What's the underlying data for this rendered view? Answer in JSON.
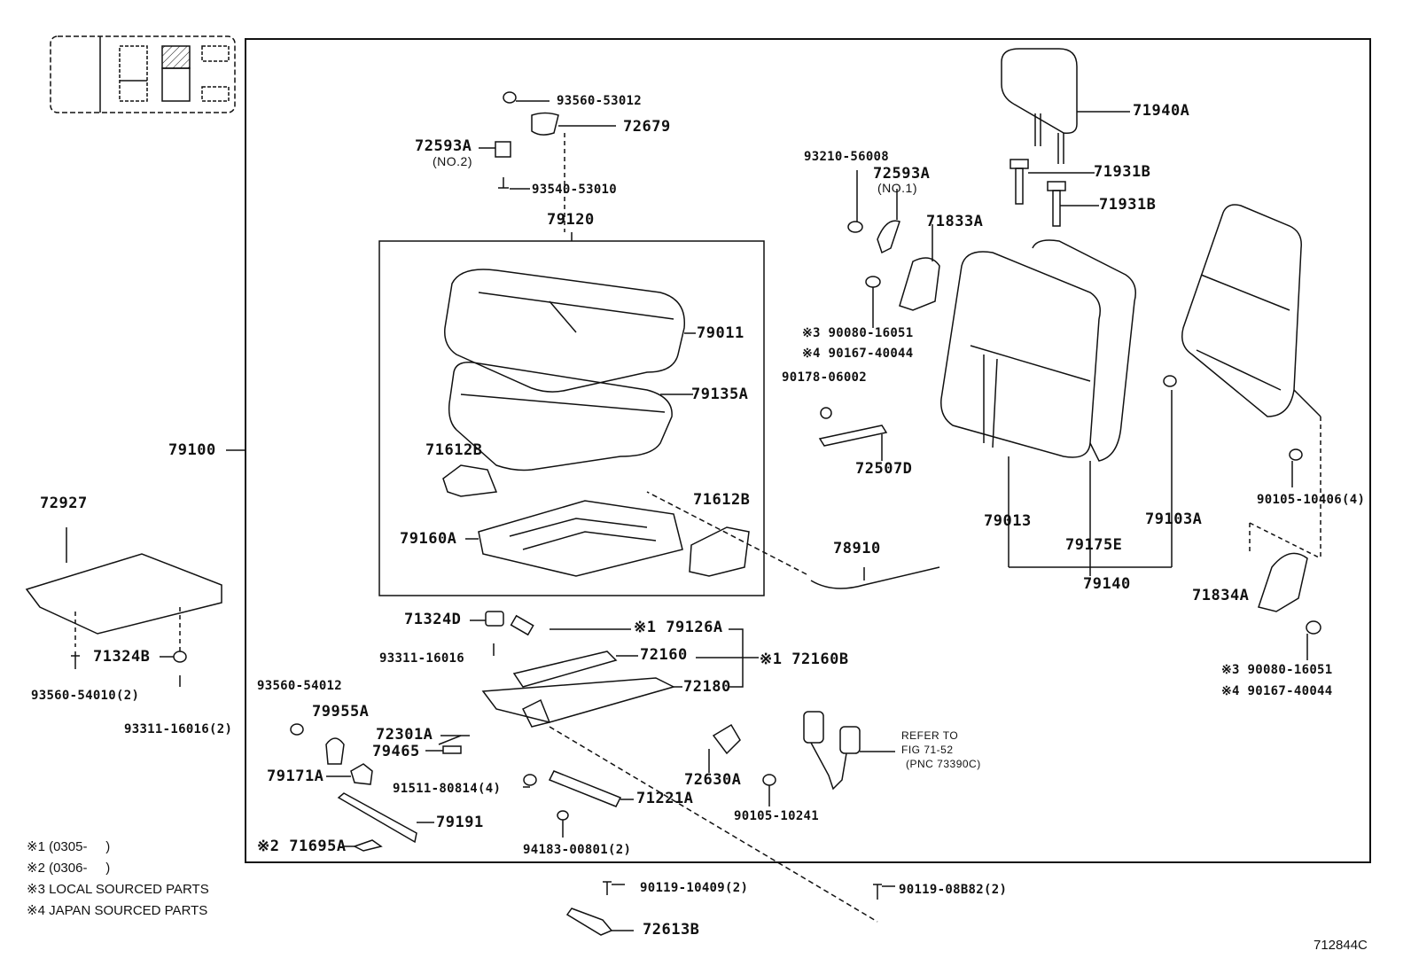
{
  "figure_number": "712844C",
  "assembly": {
    "main": "79100",
    "cushion": "79120",
    "back": "79140"
  },
  "locator_icon": "seat-position-locator",
  "legend": [
    {
      "mark": "※1",
      "text": "(0305-     )"
    },
    {
      "mark": "※2",
      "text": "(0306-     )"
    },
    {
      "mark": "※3",
      "text": "LOCAL SOURCED PARTS"
    },
    {
      "mark": "※4",
      "text": "JAPAN SOURCED PARTS"
    }
  ],
  "labels": {
    "p93560_53012": "93560-53012",
    "p72679": "72679",
    "p72593A_2": "72593A",
    "p72593A_2_sub": "(NO.2)",
    "p93540_53010": "93540-53010",
    "p79120": "79120",
    "p79011": "79011",
    "p79135A": "79135A",
    "p71612B_a": "71612B",
    "p71612B_b": "71612B",
    "p79160A": "79160A",
    "p79100": "79100",
    "p93210_56008": "93210-56008",
    "p72593A_1": "72593A",
    "p72593A_1_sub": "(NO.1)",
    "p71833A": "71833A",
    "p90080_16051_a": "※3 90080-16051",
    "p90167_40044_a": "※4 90167-40044",
    "p90178_06002": "90178-06002",
    "p72507D": "72507D",
    "p71940A": "71940A",
    "p71931B_a": "71931B",
    "p71931B_b": "71931B",
    "p79013": "79013",
    "p79175E": "79175E",
    "p79103A": "79103A",
    "p79140": "79140",
    "p90105_10406": "90105-10406(4)",
    "p71834A": "71834A",
    "p90080_16051_b": "※3 90080-16051",
    "p90167_40044_b": "※4 90167-40044",
    "p78910": "78910",
    "p72927": "72927",
    "p71324B": "71324B",
    "p93560_54010": "93560-54010(2)",
    "p93311_16016_2": "93311-16016(2)",
    "p71324D": "71324D",
    "p93311_16016": "93311-16016",
    "p79126A": "※1 79126A",
    "p72160": "72160",
    "p72160B": "※1 72160B",
    "p72180": "72180",
    "p93560_54012": "93560-54012",
    "p79955A": "79955A",
    "p72301A": "72301A",
    "p79465": "79465",
    "p79171A": "79171A",
    "p91511_80814": "91511-80814(4)",
    "p79191": "79191",
    "p71695A": "※2 71695A",
    "p72630A": "72630A",
    "p90105_10241": "90105-10241",
    "p71221A": "71221A",
    "p94183_00801": "94183-00801(2)",
    "refer_1": "REFER TO",
    "refer_2": "FIG 71-52",
    "refer_3": "(PNC 73390C)",
    "p90119_10409": "90119-10409(2)",
    "p72613B": "72613B",
    "p90119_08B82": "90119-08B82(2)"
  }
}
